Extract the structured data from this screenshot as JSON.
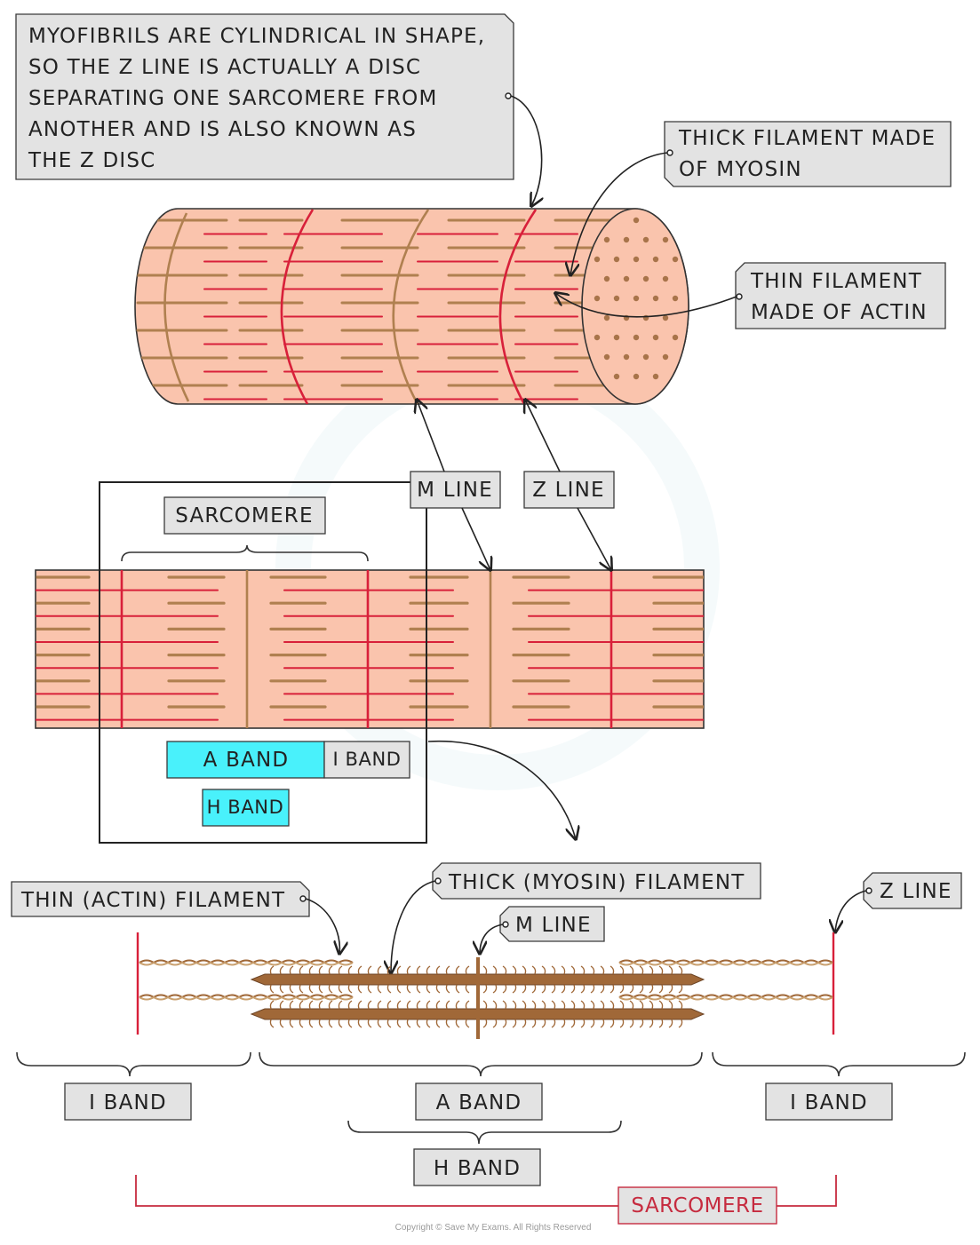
{
  "colors": {
    "fibre_fill": "#fac4ad",
    "thick_filament": "#b08050",
    "thin_filament": "#d8203a",
    "label_box": "#e3e3e3",
    "band_highlight": "#49f1fb",
    "myosin_dark": "#a06838",
    "sarcomere_red": "#c62b3f"
  },
  "top_note": {
    "lines": [
      "MYOFIBRILS ARE CYLINDRICAL IN SHAPE,",
      "SO THE Z LINE IS ACTUALLY A DISC",
      "SEPARATING ONE SARCOMERE FROM",
      "ANOTHER AND IS ALSO KNOWN AS",
      "THE Z DISC"
    ]
  },
  "cylinder_labels": {
    "thick": [
      "THICK FILAMENT MADE",
      "OF MYOSIN"
    ],
    "thin": [
      "THIN FILAMENT",
      "MADE OF ACTIN"
    ]
  },
  "line_labels": {
    "m_line": "M LINE",
    "z_line": "Z LINE"
  },
  "middle": {
    "sarcomere": "SARCOMERE",
    "a_band": "A BAND",
    "i_band": "I BAND",
    "h_band": "H BAND"
  },
  "bottom": {
    "thin_filament": "THIN (ACTIN) FILAMENT",
    "thick_filament": "THICK (MYOSIN) FILAMENT",
    "m_line": "M LINE",
    "z_line": "Z LINE",
    "i_band_left": "I BAND",
    "a_band": "A BAND",
    "i_band_right": "I BAND",
    "h_band": "H BAND",
    "sarcomere": "SARCOMERE"
  },
  "copyright": "Copyright © Save My Exams. All Rights Reserved"
}
